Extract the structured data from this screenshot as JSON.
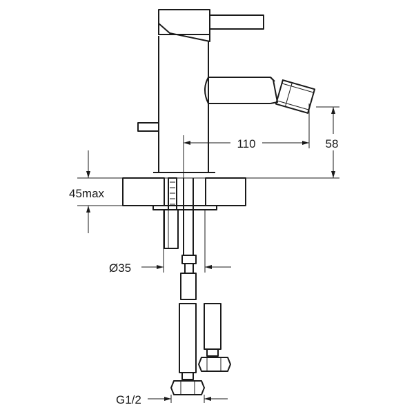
{
  "dimensions": {
    "spout_reach": "110",
    "spout_height": "58",
    "max_deck_thickness": "45max",
    "mounting_hole_diameter": "Ø35",
    "connection_thread": "G1/2"
  },
  "colors": {
    "line": "#1a1a1a",
    "background": "#ffffff"
  }
}
